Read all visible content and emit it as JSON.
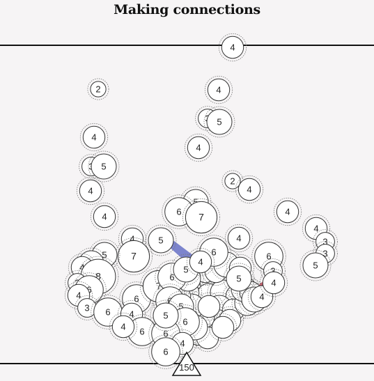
{
  "title": "Making connections",
  "base_label": "150",
  "colors": {
    "background": "#f6f4f5",
    "link_fill": "#6f78c9",
    "node_stroke": "#333333",
    "ring_stroke": "#777777",
    "node_fill": "#ffffff"
  },
  "nodes": [
    {
      "label": "4",
      "v": 4
    },
    {
      "label": "2",
      "v": 2
    },
    {
      "label": "4",
      "v": 4
    },
    {
      "label": "3",
      "v": 3
    },
    {
      "label": "5",
      "v": 5
    },
    {
      "label": "4",
      "v": 4
    },
    {
      "label": "4",
      "v": 4
    },
    {
      "label": "3",
      "v": 3
    },
    {
      "label": "5",
      "v": 5
    },
    {
      "label": "4",
      "v": 4
    },
    {
      "label": "2",
      "v": 2
    },
    {
      "label": "4",
      "v": 4
    },
    {
      "label": "4",
      "v": 4
    },
    {
      "label": "4",
      "v": 4
    },
    {
      "label": "5",
      "v": 5
    },
    {
      "label": "6",
      "v": 6
    },
    {
      "label": "7",
      "v": 7
    },
    {
      "label": "5",
      "v": 5
    },
    {
      "label": "4",
      "v": 4
    },
    {
      "label": "4",
      "v": 4
    },
    {
      "label": "3",
      "v": 3
    },
    {
      "label": "3",
      "v": 3
    },
    {
      "label": "5",
      "v": 5
    },
    {
      "label": "4",
      "v": 4
    },
    {
      "label": "7",
      "v": 7
    },
    {
      "label": "6",
      "v": 6
    },
    {
      "label": "5",
      "v": 5
    },
    {
      "label": "3",
      "v": 3
    },
    {
      "label": "5",
      "v": 5
    },
    {
      "label": "4",
      "v": 4
    },
    {
      "label": "8",
      "v": 8
    },
    {
      "label": "3",
      "v": 3
    },
    {
      "label": "6",
      "v": 6
    },
    {
      "label": "4",
      "v": 4
    },
    {
      "label": "3",
      "v": 3
    },
    {
      "label": "6",
      "v": 6
    },
    {
      "label": "6",
      "v": 6
    },
    {
      "label": "4",
      "v": 4
    },
    {
      "label": "6",
      "v": 6
    },
    {
      "label": "7",
      "v": 7
    },
    {
      "label": "6",
      "v": 6
    },
    {
      "label": "6",
      "v": 6
    },
    {
      "label": "5",
      "v": 5
    },
    {
      "label": "5",
      "v": 5
    },
    {
      "label": "6",
      "v": 6
    },
    {
      "label": "4",
      "v": 4
    },
    {
      "label": "6",
      "v": 6
    },
    {
      "label": "6",
      "v": 6
    },
    {
      "label": "4",
      "v": 4
    },
    {
      "label": "4",
      "v": 4
    },
    {
      "label": "6",
      "v": 6
    },
    {
      "label": "5",
      "v": 5
    },
    {
      "label": "4",
      "v": 4
    },
    {
      "label": "5",
      "v": 5
    },
    {
      "label": "4",
      "v": 4
    },
    {
      "label": "",
      "v": 5
    },
    {
      "label": "",
      "v": 5
    },
    {
      "label": "",
      "v": 4
    },
    {
      "label": "",
      "v": 5
    },
    {
      "label": "",
      "v": 5
    },
    {
      "label": "",
      "v": 4
    },
    {
      "label": "",
      "v": 5
    },
    {
      "label": "",
      "v": 4
    },
    {
      "label": "",
      "v": 5
    },
    {
      "label": "",
      "v": 5
    },
    {
      "label": "",
      "v": 4
    },
    {
      "label": "",
      "v": 5
    },
    {
      "label": "",
      "v": 4
    },
    {
      "label": "",
      "v": 5
    },
    {
      "label": "",
      "v": 5
    },
    {
      "label": "",
      "v": 4
    },
    {
      "label": "",
      "v": 5
    },
    {
      "label": "",
      "v": 4
    },
    {
      "label": "",
      "v": 5
    },
    {
      "label": "",
      "v": 4
    },
    {
      "label": "",
      "v": 5
    },
    {
      "label": "",
      "v": 4
    },
    {
      "label": "",
      "v": 4
    },
    {
      "label": "",
      "v": 5
    },
    {
      "label": "",
      "v": 4
    },
    {
      "label": "",
      "v": 4
    },
    {
      "label": "",
      "v": 5
    },
    {
      "label": "",
      "v": 4
    },
    {
      "label": "",
      "v": 4
    }
  ]
}
